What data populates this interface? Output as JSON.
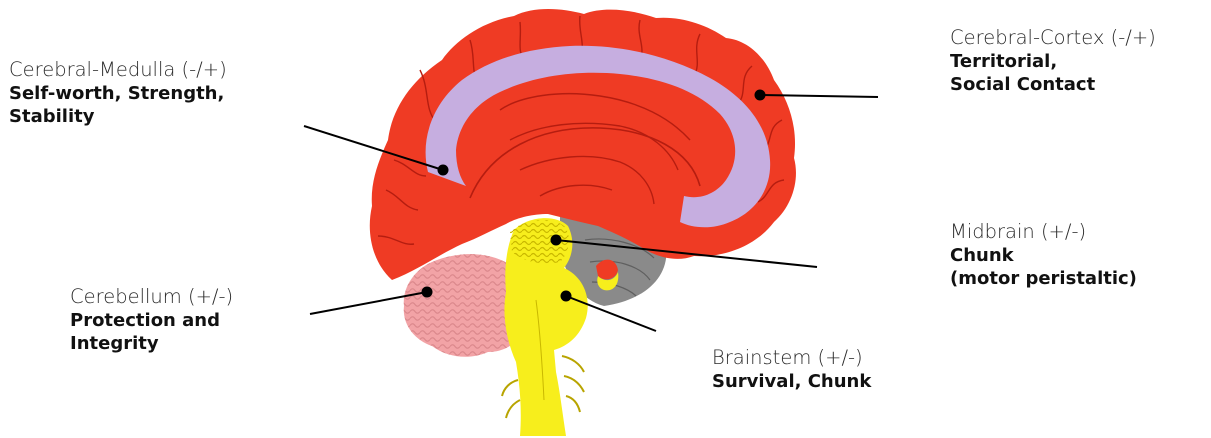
{
  "colors": {
    "cerebrum": "#ef3b24",
    "cerebrum_dark": "#b51d10",
    "medulla_band": "#c6aee0",
    "cerebellum": "#f2a3a6",
    "brainstem": "#f7ee1c",
    "brainstem_dark": "#b8a400",
    "grey_region": "#8a8a8a",
    "leader_line": "#000000"
  },
  "labels": {
    "cerebral_medulla": {
      "name": "Cerebral-Medulla (-/+)",
      "desc_line1": "Self-worth, Strength,",
      "desc_line2": "Stability"
    },
    "cerebral_cortex": {
      "name": "Cerebral-Cortex (-/+)",
      "desc_line1": "Territorial,",
      "desc_line2": "Social Contact"
    },
    "cerebellum": {
      "name": "Cerebellum (+/-)",
      "desc_line1": "Protection and",
      "desc_line2": "Integrity"
    },
    "midbrain": {
      "name": "Midbrain (+/-)",
      "desc_line1": "Chunk",
      "desc_line2": "(motor peristaltic)"
    },
    "brainstem": {
      "name": "Brainstem (+/-)",
      "desc_line1": "Survival, Chunk"
    }
  }
}
